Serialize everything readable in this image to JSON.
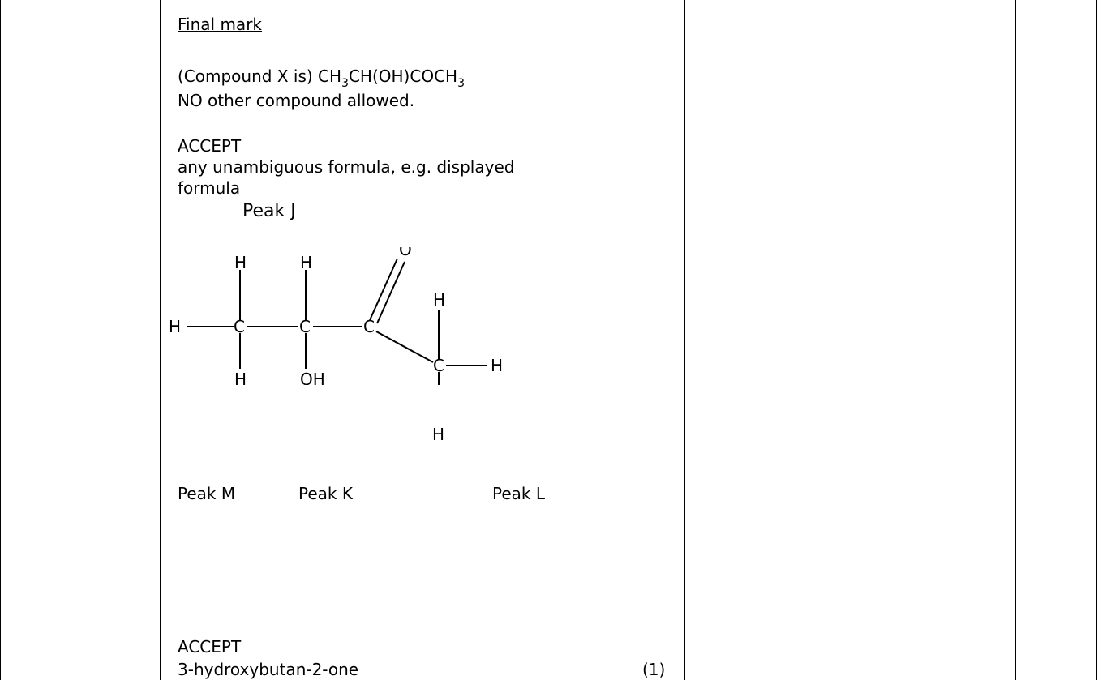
{
  "doc": {
    "final_mark": "Final mark",
    "compound_prefix": "(Compound X is) ",
    "formula": {
      "p1": "CH",
      "s1": "3",
      "p2": "CH(OH)COCH",
      "s2": "3"
    },
    "no_other": "NO other compound allowed.",
    "accept1": "ACCEPT",
    "unambig_line1": "any unambiguous formula, e.g. displayed",
    "unambig_line2": "formula",
    "peak_j": "Peak J",
    "peak_m": "Peak M",
    "peak_k": "Peak K",
    "peak_l": "Peak L",
    "accept2": "ACCEPT",
    "name_line": "3-hydroxybutan-2-one",
    "mark": "(1)"
  },
  "structure": {
    "atoms": {
      "h_top_1": "H",
      "h_top_2": "H",
      "o_double": "O",
      "h_top_4": "H",
      "h_left": "H",
      "c1": "C",
      "c2": "C",
      "c3": "C",
      "c4": "C",
      "h_right": "H",
      "h_bottom_1": "H",
      "oh": "OH",
      "h_bottom_4": "H"
    }
  }
}
